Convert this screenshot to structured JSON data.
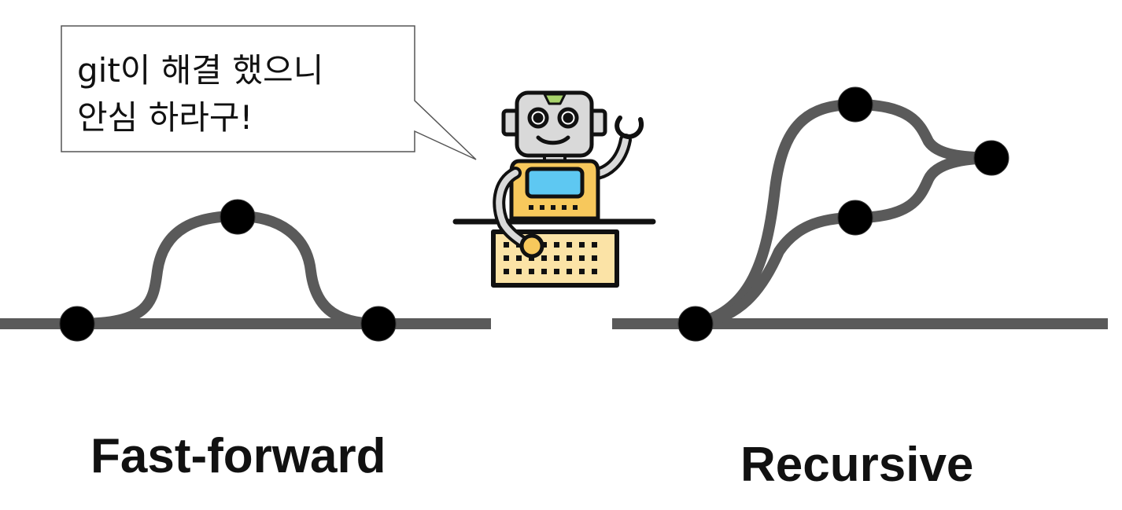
{
  "speech_bubble": {
    "line1": "git이 해결 했으니",
    "line2": "안심 하라구!"
  },
  "diagrams": {
    "fast_forward": {
      "label": "Fast-forward"
    },
    "recursive": {
      "label": "Recursive"
    }
  },
  "colors": {
    "branch_line": "#5a5a5a",
    "commit_node": "#000000",
    "robot_outline": "#111111",
    "robot_body": "#f7c85c",
    "robot_head": "#d9d9d9",
    "robot_screen": "#5ec8f2",
    "robot_visor": "#a8d36b",
    "keyboard": "#fbe3a6"
  },
  "icons": {
    "mascot": "robot-typing-icon"
  }
}
